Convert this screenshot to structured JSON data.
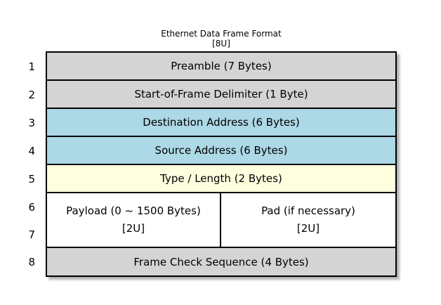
{
  "title": "Ethernet Data Frame Format",
  "subtitle": "[8U]",
  "colors": {
    "gray": "#d4d4d4",
    "blue": "#add8e6",
    "yellow": "#ffffe0",
    "white": "#ffffff",
    "border": "#000000",
    "background": "#ffffff"
  },
  "frame_table": {
    "rows": [
      {
        "num": "1",
        "label": "Preamble (7 Bytes)"
      },
      {
        "num": "2",
        "label": "Start-of-Frame Delimiter (1 Byte)"
      },
      {
        "num": "3",
        "label": "Destination Address (6 Bytes)"
      },
      {
        "num": "4",
        "label": "Source Address (6 Bytes)"
      },
      {
        "num": "5",
        "label": "Type / Length (2 Bytes)"
      }
    ],
    "double_row": {
      "num_top": "6",
      "num_bottom": "7",
      "left_cell": {
        "line1": "Payload (0 ~ 1500 Bytes)",
        "line2": "[2U]"
      },
      "right_cell": {
        "line1": "Pad (if necessary)",
        "line2": "[2U]"
      }
    },
    "last_row": {
      "num": "8",
      "label": "Frame Check Sequence (4 Bytes)"
    }
  }
}
